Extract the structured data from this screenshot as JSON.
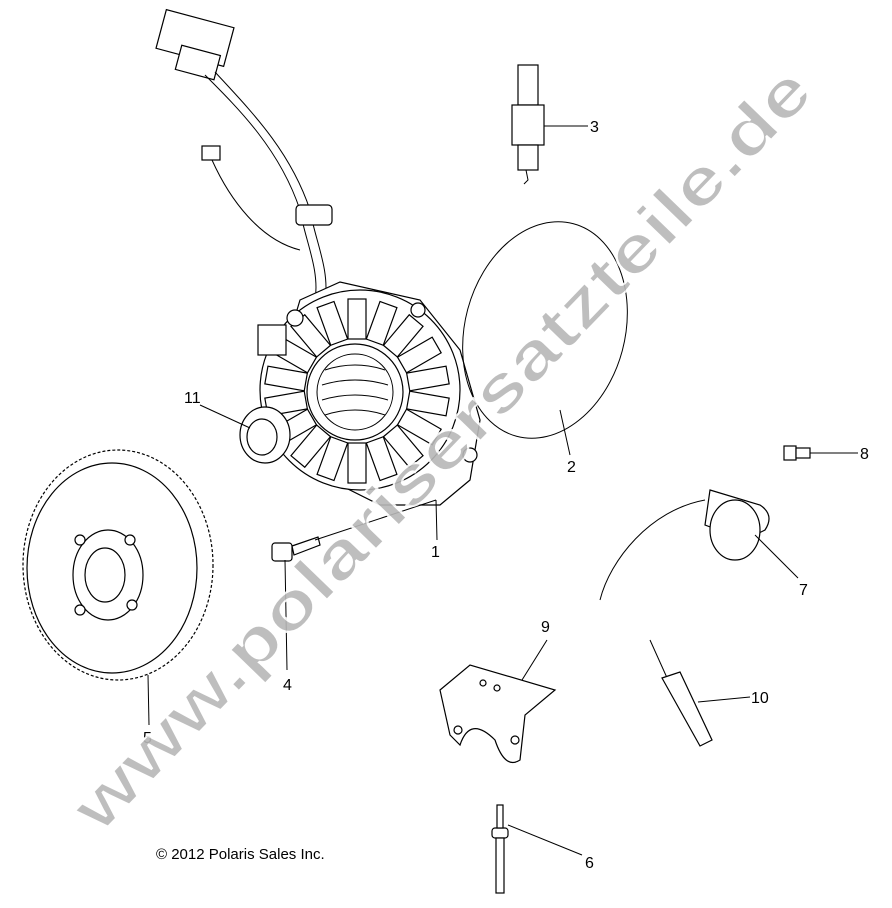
{
  "diagram": {
    "callouts": [
      {
        "number": "1"
      },
      {
        "number": "2"
      },
      {
        "number": "3"
      },
      {
        "number": "4"
      },
      {
        "number": "5"
      },
      {
        "number": "6"
      },
      {
        "number": "7"
      },
      {
        "number": "8"
      },
      {
        "number": "9"
      },
      {
        "number": "10"
      },
      {
        "number": "11"
      }
    ],
    "copyright": "© 2012 Polaris Sales Inc.",
    "watermark": "www.polarisersatzteile.de"
  }
}
